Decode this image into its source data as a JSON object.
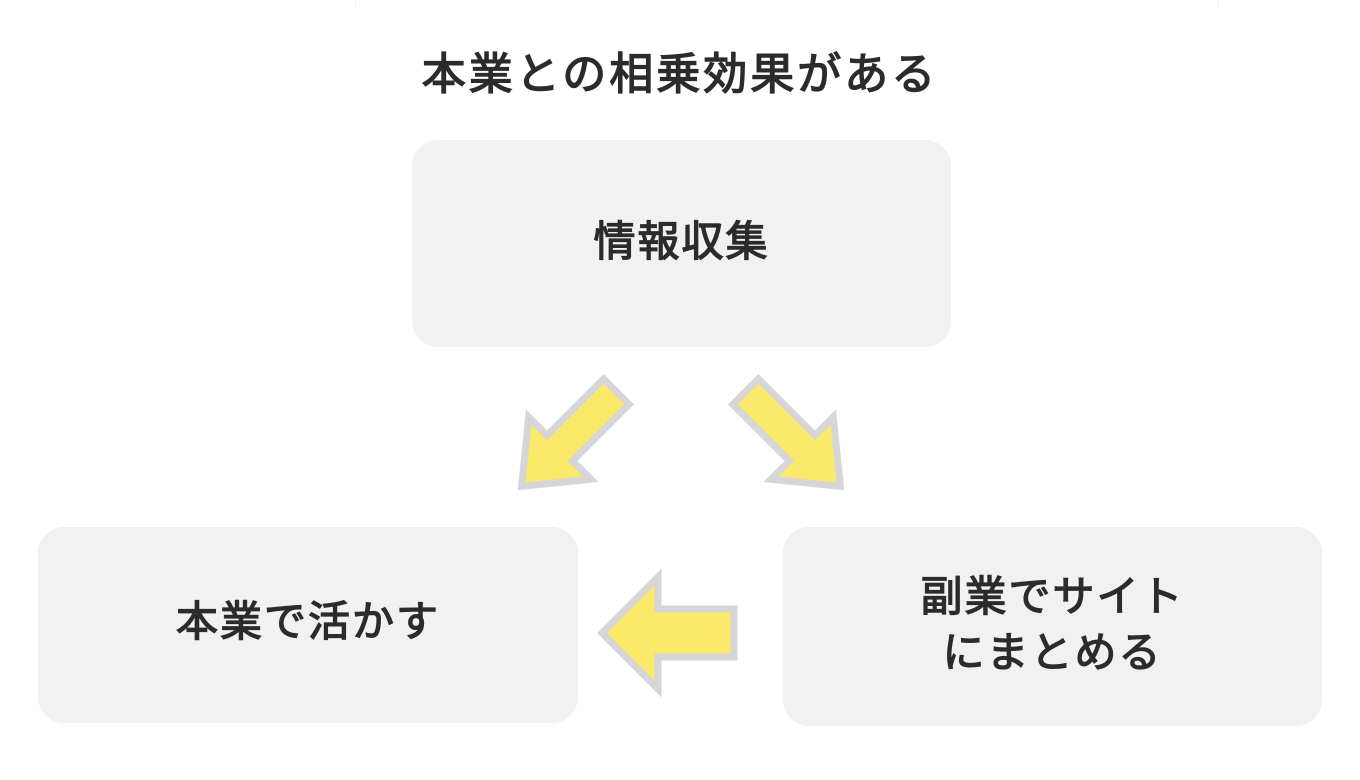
{
  "title": "本業との相乗効果がある",
  "colors": {
    "background": "#ffffff",
    "node_fill": "#f1f1f1",
    "text": "#2b2b2b",
    "arrow_fill": "#fbe96a",
    "arrow_stroke": "#d6d6d8"
  },
  "nodes": {
    "top": {
      "label": "情報収集"
    },
    "left": {
      "label": "本業で活かす"
    },
    "right": {
      "label": "副業でサイト\nにまとめる"
    }
  },
  "arrows": [
    {
      "name": "down-left-arrow",
      "from": "top",
      "to": "left",
      "direction": "down-left"
    },
    {
      "name": "down-right-arrow",
      "from": "top",
      "to": "right",
      "direction": "down-right"
    },
    {
      "name": "left-arrow",
      "from": "right",
      "to": "left",
      "direction": "left"
    }
  ],
  "chart_data": {
    "type": "diagram",
    "title": "本業との相乗効果がある",
    "diagram_kind": "cycle-flow",
    "nodes": [
      "情報収集",
      "本業で活かす",
      "副業でサイトにまとめる"
    ],
    "edges": [
      {
        "from": "情報収集",
        "to": "本業で活かす"
      },
      {
        "from": "情報収集",
        "to": "副業でサイトにまとめる"
      },
      {
        "from": "副業でサイトにまとめる",
        "to": "本業で活かす"
      }
    ]
  }
}
